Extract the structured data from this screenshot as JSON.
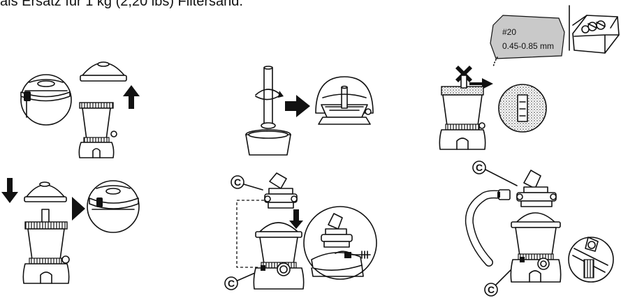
{
  "header_text": "als Ersatz für 1 kg (2,20 lbs) Filtersand.",
  "sand_bag": {
    "grade": "#20",
    "size": "0.45-0.85 mm"
  },
  "callout_letter": "C",
  "colors": {
    "ink": "#111111",
    "sand_gray": "#c9c9c9",
    "background": "#ffffff"
  }
}
